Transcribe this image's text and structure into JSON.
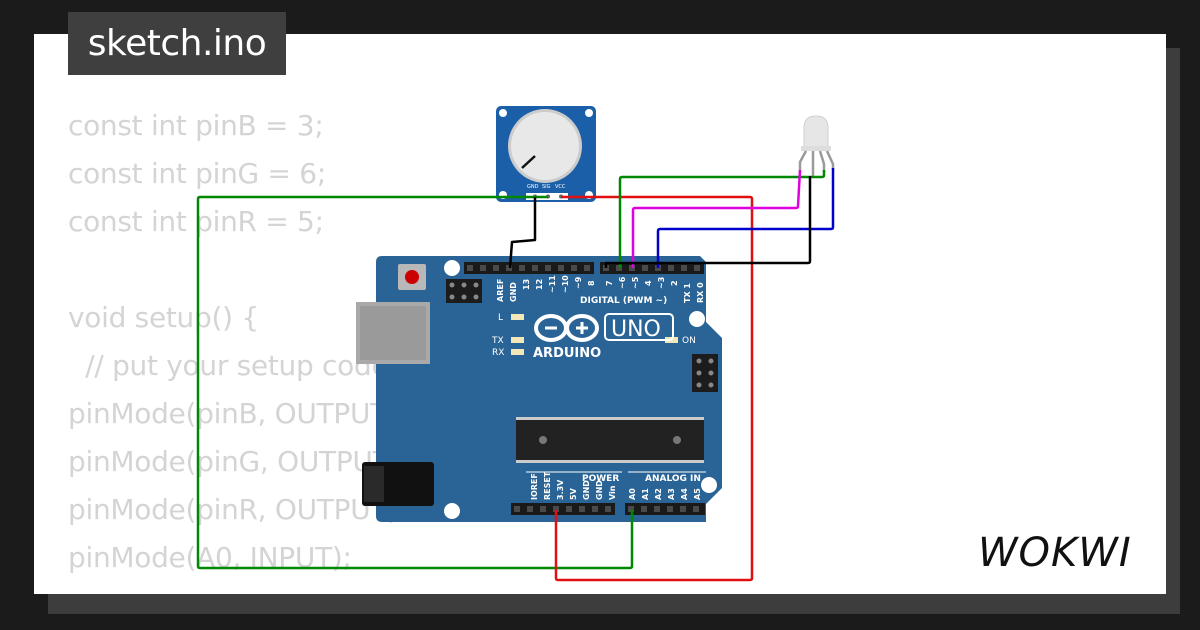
{
  "title": "sketch.ino",
  "brand": "WOKWI",
  "code_lines": [
    "const int pinB = 3;",
    "const int pinG = 6;",
    "const int pinR = 5;",
    "",
    "void setup() {",
    "  // put your setup code here, to run once:",
    "pinMode(pinB, OUTPUT);",
    "pinMode(pinG, OUTPUT);",
    "pinMode(pinR, OUTPUT);",
    "pinMode(A0, INPUT);",
    "}"
  ],
  "board": {
    "model_label": "UNO",
    "maker_label": "ARDUINO",
    "on_label": "ON",
    "l_label": "L",
    "tx_label": "TX",
    "rx_label": "RX",
    "digital_label": "DIGITAL (PWM ~)",
    "power_label": "POWER",
    "analog_label": "ANALOG IN",
    "top_header_pins": [
      "AREF",
      "GND",
      "13",
      "12",
      "~11",
      "~10",
      "~9",
      "8"
    ],
    "digital_pins": [
      "7",
      "~6",
      "~5",
      "4",
      "~3",
      "2",
      "TX 1",
      "RX 0"
    ],
    "power_pins": [
      "IOREF",
      "RESET",
      "3.3V",
      "5V",
      "GND",
      "GND",
      "Vin"
    ],
    "analog_pins": [
      "A0",
      "A1",
      "A2",
      "A3",
      "A4",
      "A5"
    ]
  },
  "potentiometer": {
    "pin_labels": [
      "GND",
      "SIG",
      "VCC"
    ]
  },
  "colors": {
    "background": "#1b1b1b",
    "card": "#ffffff",
    "code_text": "#d4d4d4",
    "board": "#2a6496",
    "wire_green": "#008800",
    "wire_red": "#e01010",
    "wire_black": "#000000",
    "wire_magenta": "#e000e0",
    "wire_blue": "#0000cc"
  }
}
